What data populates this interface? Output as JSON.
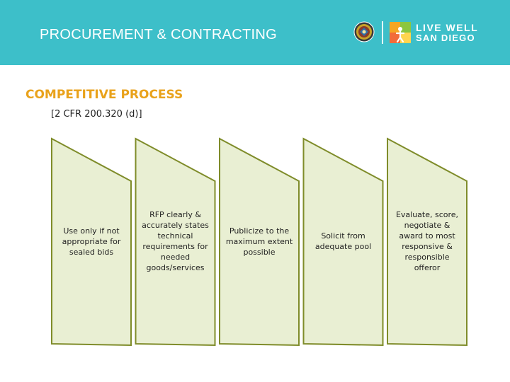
{
  "header": {
    "title": "PROCUREMENT & CONTRACTING",
    "logo_line1": "LIVE WELL",
    "logo_line2": "SAN DIEGO",
    "background_color": "#3dbfc9"
  },
  "section_title": "COMPETITIVE PROCESS",
  "citation": "[2 CFR 200.320 (d)]",
  "steps": [
    {
      "label": "Use only if not appropriate for sealed bids"
    },
    {
      "label": "RFP clearly & accurately states technical requirements for needed goods/services"
    },
    {
      "label": "Publicize to the maximum extent possible"
    },
    {
      "label": "Solicit from adequate pool"
    },
    {
      "label": "Evaluate, score, negotiate & award to most responsive & responsible offeror"
    }
  ],
  "colors": {
    "accent_title": "#e9a21b",
    "step_fill": "#e9efd3",
    "step_border": "#7f8c2a"
  },
  "icons": [
    "county-seal-icon",
    "live-well-sun-icon"
  ]
}
